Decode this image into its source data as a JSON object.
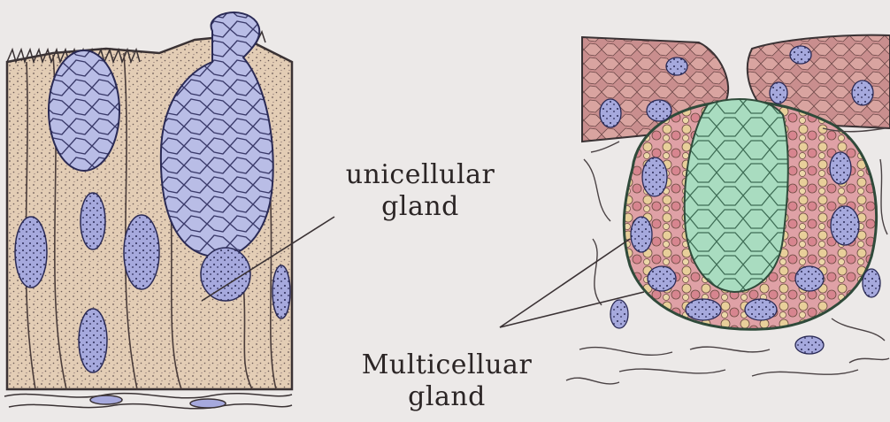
{
  "labels": {
    "unicellular_line1": "unicellular",
    "unicellular_line2": "gland",
    "multicellular_line1": "Multicelluar",
    "multicellular_line2": "gland"
  },
  "colors": {
    "background": "#ece9e8",
    "goblet_cell_fill": "#b9bde6",
    "nucleus_fill": "#a6a9dd",
    "epithelium_fill": "#e6d2bc",
    "gland_lumen_fill": "#a9dcc0",
    "gland_cell_pink": "#d98a96",
    "gland_cell_yellow": "#e8cf9a",
    "outline": "#3a3234"
  }
}
